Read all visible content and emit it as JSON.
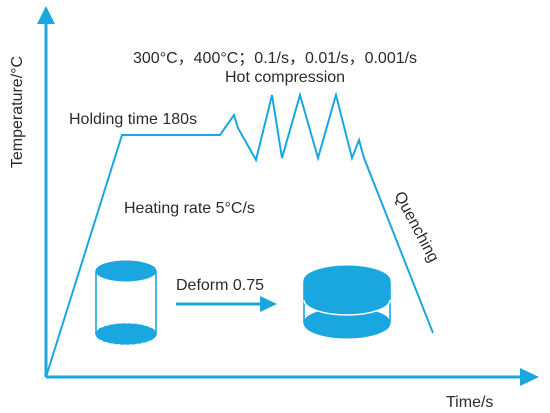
{
  "axes": {
    "y_label": "Temperature/°C",
    "x_label": "Time/s"
  },
  "annotations": {
    "conditions": "300°C，400°C；0.1/s，0.01/s，0.001/s",
    "hot_compression": "Hot compression",
    "holding_time": "Holding time 180s",
    "heating_rate": "Heating rate 5°C/s",
    "quenching": "Quenching",
    "deform": "Deform 0.75"
  },
  "colors": {
    "line": "#1aa7e0",
    "text": "#2b2b2b"
  }
}
